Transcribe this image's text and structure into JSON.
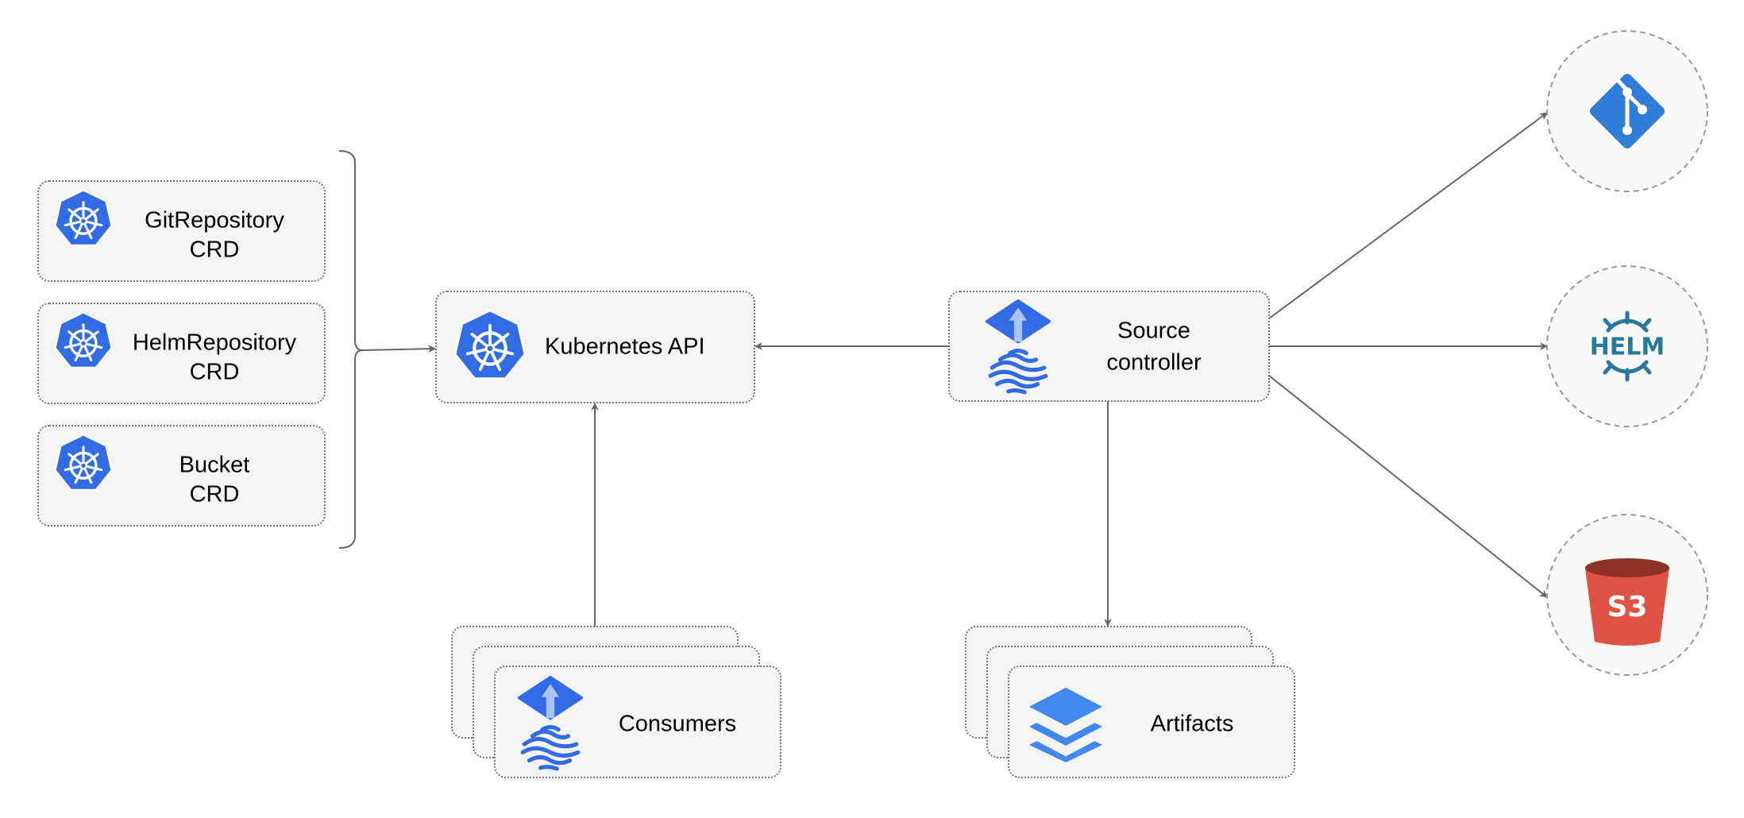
{
  "nodes": {
    "git_repository_crd": {
      "line1": "GitRepository",
      "line2": "CRD",
      "icon": "kubernetes-icon"
    },
    "helm_repository_crd": {
      "line1": "HelmRepository",
      "line2": "CRD",
      "icon": "kubernetes-icon"
    },
    "bucket_crd": {
      "line1": "Bucket",
      "line2": "CRD",
      "icon": "kubernetes-icon"
    },
    "kubernetes_api": {
      "label": "Kubernetes API",
      "icon": "kubernetes-icon"
    },
    "source_controller": {
      "line1": "Source",
      "line2": "controller",
      "icon": "flux-icon"
    },
    "consumers": {
      "label": "Consumers",
      "icon": "flux-icon"
    },
    "artifacts": {
      "label": "Artifacts",
      "icon": "layers-icon"
    },
    "git": {
      "icon": "git-icon"
    },
    "helm": {
      "icon": "helm-icon",
      "logo_text": "HELM"
    },
    "s3": {
      "icon": "s3-bucket-icon",
      "logo_text": "S3"
    }
  },
  "colors": {
    "kubernetes_blue": "#326ce5",
    "flux_blue": "#316ce6",
    "layers_blue": "#4289ed",
    "git_blue": "#2f7dd9",
    "helm_teal": "#277a9f",
    "s3_red": "#e05243",
    "s3_dark": "#8c3123",
    "edge_gray": "#666666"
  }
}
